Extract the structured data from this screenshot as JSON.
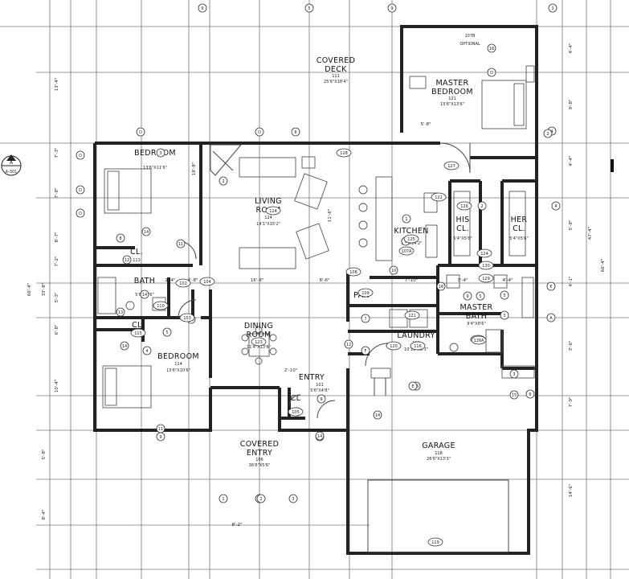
{
  "rooms": {
    "covered_deck": {
      "line1": "COVERED",
      "line2": "DECK",
      "num": "111",
      "dims": "25'6\"X18'4\""
    },
    "master_bedroom": {
      "line1": "MASTER",
      "line2": "BEDROOM",
      "num": "121",
      "dims": "15'6\"X13'6\""
    },
    "optional": {
      "num": "107B",
      "text": "OPTIONAL"
    },
    "bedroom_top": {
      "name": "BEDROOM",
      "dims": "13'6\"X11'6\""
    },
    "living_room": {
      "line1": "LIVING",
      "line2": "ROOM",
      "num": "124",
      "dims": "14'1\"X15'2\""
    },
    "kitchen": {
      "name": "KITCHEN",
      "num": "125",
      "dims": "7'6\"X14'2\""
    },
    "his_cl": {
      "line1": "HIS",
      "line2": "CL.",
      "dims": "5'4\"X5'6\""
    },
    "her_cl": {
      "line1": "HER",
      "line2": "CL.",
      "dims": "5'4\"X5'6\""
    },
    "cl_top": {
      "name": "CL.",
      "num": "113"
    },
    "bath": {
      "name": "BATH",
      "dims": "5'6\"X8'6\""
    },
    "pan": {
      "name": "PAN"
    },
    "master_bath": {
      "line1": "MASTER",
      "line2": "BATH",
      "dims": "9'4\"X8'6\""
    },
    "cl_mid": {
      "name": "CL.",
      "num": "115"
    },
    "dining_room": {
      "line1": "DINING",
      "line2": "ROOM",
      "num": "123",
      "dims": "11'4\"X13'6\""
    },
    "laundry": {
      "name": "LAUNDRY",
      "num": "116",
      "dims": "10'10\"X6'3\""
    },
    "bedroom_bottom": {
      "name": "BEDROOM",
      "num": "114",
      "dims": "13'6\"X10'6\""
    },
    "entry": {
      "name": "ENTRY",
      "num": "101",
      "dims": "5'6\"X4'8\""
    },
    "cl_entry": {
      "name": "CL"
    },
    "covered_entry": {
      "line1": "COVERED",
      "line2": "ENTRY",
      "num": "106",
      "dims": "36'6\"X5'6\""
    },
    "garage": {
      "name": "GARAGE",
      "num": "118",
      "dims": "26'6\"X13'3\""
    }
  },
  "section_marker": {
    "letter": "A",
    "sheet": "A-301"
  },
  "dimensions": {
    "left": [
      "13'-4\"",
      "7'-3\"",
      "7'-8\"",
      "8'-7\"",
      "7'-2\"",
      "5'-3\"",
      "6'-8\"",
      "10'-4\"",
      "5'-8\"",
      "8'-4\"",
      "33'-8\""
    ],
    "left_outer": "66'-4\"",
    "right": [
      "4'-4\"",
      "9'-8\"",
      "4'-4\"",
      "5'-8\"",
      "4'-1\"",
      "3'-6\"",
      "7'-9\"",
      "14'-6\""
    ],
    "right_outer": [
      "47'-4\"",
      "66'-4\""
    ],
    "interior": [
      "16'-8\"",
      "8'-6\"",
      "7'-10\"",
      "2'-4\"",
      "4'-8\"",
      "2'-10\"",
      "8'-2\"",
      "5'-8\"",
      "3'-4\"",
      "4'-4\"",
      "18'-8\"",
      "11'-6\""
    ]
  },
  "tags": [
    "9",
    "5",
    "9",
    "3",
    "D",
    "D",
    "D",
    "2",
    "3",
    "D",
    "D",
    "8",
    "11",
    "9",
    "D",
    "14",
    "11",
    "8",
    "12",
    "14",
    "13",
    "5",
    "4",
    "14",
    "14",
    "4",
    "16",
    "D",
    "2",
    "4",
    "5",
    "E",
    "3",
    "6",
    "15",
    "16",
    "14",
    "14",
    "1",
    "2",
    "3",
    "A",
    "9",
    "16",
    "9",
    "E",
    "F",
    "12",
    "7",
    "10",
    "1",
    "9",
    "16",
    "9",
    "5",
    "3",
    "2",
    "124",
    "107A",
    "128",
    "127",
    "126",
    "108",
    "109",
    "119",
    "120",
    "114",
    "129",
    "130",
    "121",
    "122",
    "103",
    "110",
    "105",
    "104",
    "102",
    "123",
    "124",
    "125",
    "115",
    "116",
    "126A"
  ]
}
